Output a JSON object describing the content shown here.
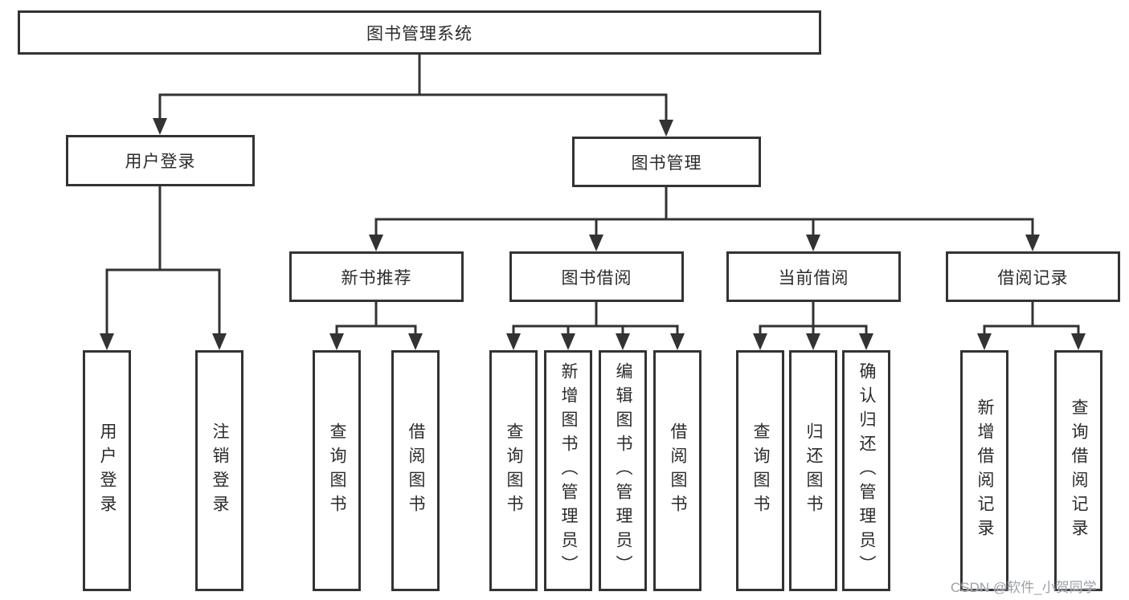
{
  "colors": {
    "line": "#333333",
    "box_border": "#333333",
    "text": "#2b2b2b",
    "background": "#ffffff",
    "watermark_text": "#9ba0a8"
  },
  "watermark": {
    "text": "CSDN @软件_小贺同学"
  },
  "tree": {
    "label": "图书管理系统",
    "children": [
      {
        "label": "用户登录",
        "children": [
          {
            "label": "用户登录"
          },
          {
            "label": "注销登录"
          }
        ]
      },
      {
        "label": "图书管理",
        "children": [
          {
            "label": "新书推荐",
            "children": [
              {
                "label": "查询图书"
              },
              {
                "label": "借阅图书"
              }
            ]
          },
          {
            "label": "图书借阅",
            "children": [
              {
                "label": "查询图书"
              },
              {
                "label": "新增图书（管理员）"
              },
              {
                "label": "编辑图书（管理员）"
              },
              {
                "label": "借阅图书"
              }
            ]
          },
          {
            "label": "当前借阅",
            "children": [
              {
                "label": "查询图书"
              },
              {
                "label": "归还图书"
              },
              {
                "label": "确认归还（管理员）"
              }
            ]
          },
          {
            "label": "借阅记录",
            "children": [
              {
                "label": "新增借阅记录"
              },
              {
                "label": "查询借阅记录"
              }
            ]
          }
        ]
      }
    ]
  }
}
